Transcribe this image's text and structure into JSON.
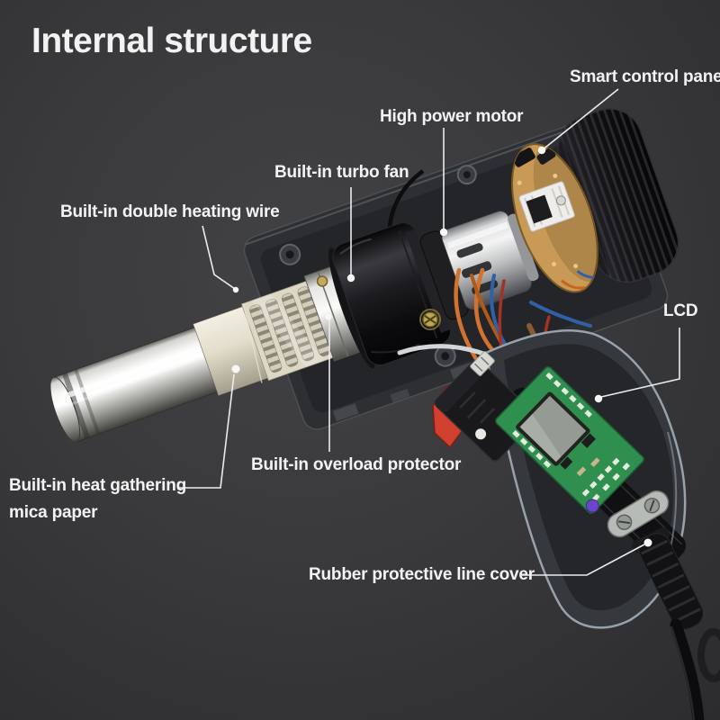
{
  "title": "Internal structure",
  "labels": {
    "smart_control_panel": "Smart control panel",
    "high_power_motor": "High power motor",
    "turbo_fan": "Built-in turbo fan",
    "double_heating_wire": "Built-in double heating wire",
    "lcd": "LCD",
    "overload_protector": "Built-in overload protector",
    "mica_line1": "Built-in heat gathering",
    "mica_line2": "mica paper",
    "rubber_cover": "Rubber protective line cover"
  },
  "colors": {
    "background": "#3a3a3d",
    "label_text": "#f3f3f3",
    "leader_line": "#ececee",
    "trigger_red": "#d0402e",
    "pcb_green": "#2f8f4f",
    "control_pcb_tan": "#c89a55",
    "lcd_gray": "#959b93",
    "wire_orange": "#d2722e",
    "wire_blue": "#3061a8",
    "wire_red": "#a33226"
  }
}
